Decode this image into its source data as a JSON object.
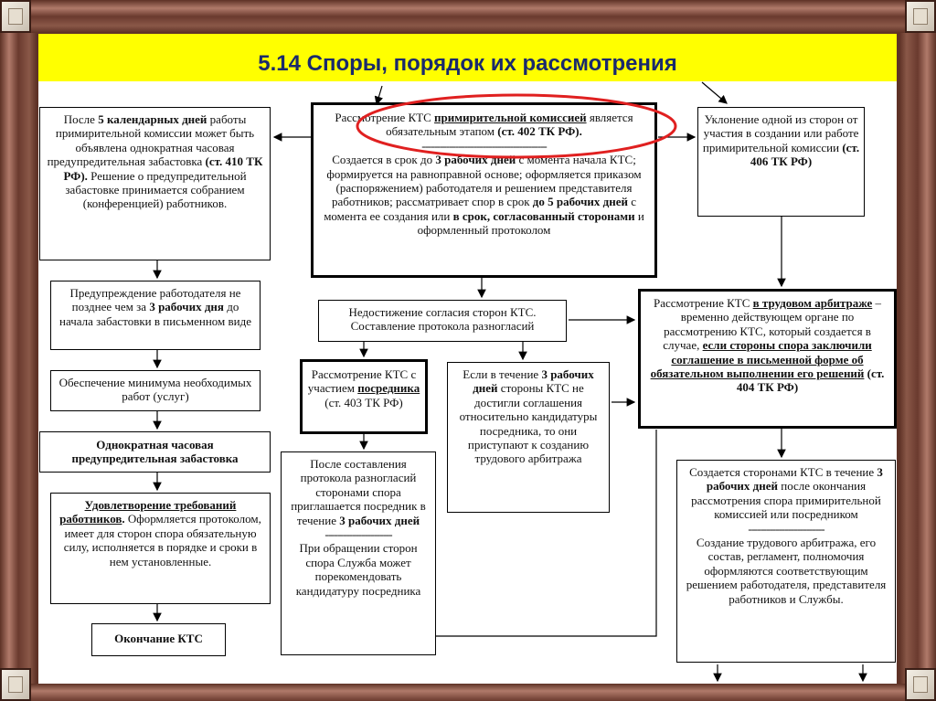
{
  "title": "5.14 Споры, порядок их рассмотрения",
  "center": {
    "main": {
      "p1": [
        "Рассмотрение КТС ",
        {
          "u": "примирительной комиссией"
        },
        " является обязательным этапом ",
        {
          "b": "(ст. 402 ТК РФ)."
        }
      ],
      "sep": "-----------------------------------------",
      "p2": [
        "Создается в срок до ",
        {
          "b": "3 рабочих дней"
        },
        " с момента начала КТС; формируется на равноправной основе; оформляется приказом (распоряжением) работодателя и решением представителя работников; рассматривает спор в срок ",
        {
          "b": "до 5 рабочих дней"
        },
        " с момента ее создания или ",
        {
          "b": "в срок, согласованный сторонами"
        },
        " и оформленный протоколом"
      ]
    },
    "disagreement": [
      "Недостижение согласия сторон КТС. Составление протокола разногласий"
    ],
    "mediator": [
      "Рассмотрение КТС с участием ",
      {
        "bu": "посредника"
      },
      " (ст. 403 ТК РФ)"
    ],
    "if_no_agree": [
      "Если в течение ",
      {
        "b": "3 рабочих дней"
      },
      " стороны КТС не достигли соглашения относительно кандидатуры посредника, то они приступают к созданию трудового арбитража"
    ],
    "after_protocol": {
      "p1": [
        "После составления протокола разногласий сторонами спора приглашается посредник в течение ",
        {
          "b": "3 рабочих дней"
        }
      ],
      "sep": "----------------------",
      "p2": [
        "При обращении сторон спора Служба может порекомендовать кандидатуру посредника"
      ]
    }
  },
  "left": {
    "notice": [
      "После ",
      {
        "b": "5 календарных дней"
      },
      " работы примирительной комиссии может быть объявлена однократная часовая предупредительная забастовка ",
      {
        "b": "(ст. 410 ТК РФ)."
      },
      " Решение о предупредительной забастовке принимается собранием (конференцией) работников."
    ],
    "warning": [
      "Предупреждение работодателя не позднее чем за ",
      {
        "b": "3 рабочих дня"
      },
      " до начала забастовки в письменном виде"
    ],
    "minimum": [
      "Обеспечение минимума необходимых работ (услуг)"
    ],
    "strike": [
      {
        "b": "Однократная часовая предупредительная забастовка"
      }
    ],
    "satisfy": [
      {
        "bu": "Удовлетворение требований работников"
      },
      {
        "b": "."
      },
      " Оформляется протоколом, имеет для сторон спора обязательную силу, исполняется в порядке и сроки в нем установленные."
    ],
    "end": [
      {
        "b": "Окончание КТС"
      }
    ]
  },
  "right": {
    "evasion": [
      "Уклонение одной из сторон от участия в создании или работе примирительной комиссии ",
      {
        "b": "(ст. 406 ТК РФ)"
      }
    ],
    "arbitration": [
      "Рассмотрение КТС ",
      {
        "bu": "в трудовом арбитраже"
      },
      " – временно действующем органе по рассмотрению КТС, который создается в случае, ",
      {
        "bu": "если стороны спора заключили соглашение в письменной форме об обязательном выполнении его решений"
      },
      " ",
      {
        "b": "(ст. 404 ТК РФ)"
      }
    ],
    "created": {
      "p1": [
        "Создается сторонами КТС в течение ",
        {
          "b": "3 рабочих дней"
        },
        " после окончания рассмотрения спора примирительной комиссией или посредником"
      ],
      "sep": "-------------------------",
      "p2": [
        "Создание трудового арбитража, его состав, регламент, полномочия оформляются соответствующим решением работодателя, представителя работников и Службы."
      ]
    }
  },
  "colors": {
    "banner": "#ffff00",
    "title": "#1a2a6c",
    "highlight_oval": "#e02020"
  }
}
